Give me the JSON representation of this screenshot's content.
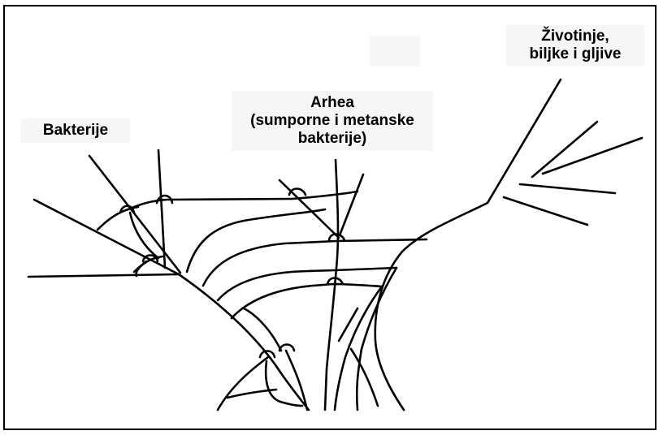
{
  "labels": {
    "bacteria": "Bakterije",
    "archaea": {
      "line1": "Arhea",
      "line2": "(sumporne i metanske",
      "line3": "bakterije)"
    },
    "eukarya": {
      "line1": "Životinje,",
      "line2": "biljke i gljive"
    }
  },
  "colors": {
    "ink": "#000000",
    "label_background": "#f6f6f6"
  }
}
